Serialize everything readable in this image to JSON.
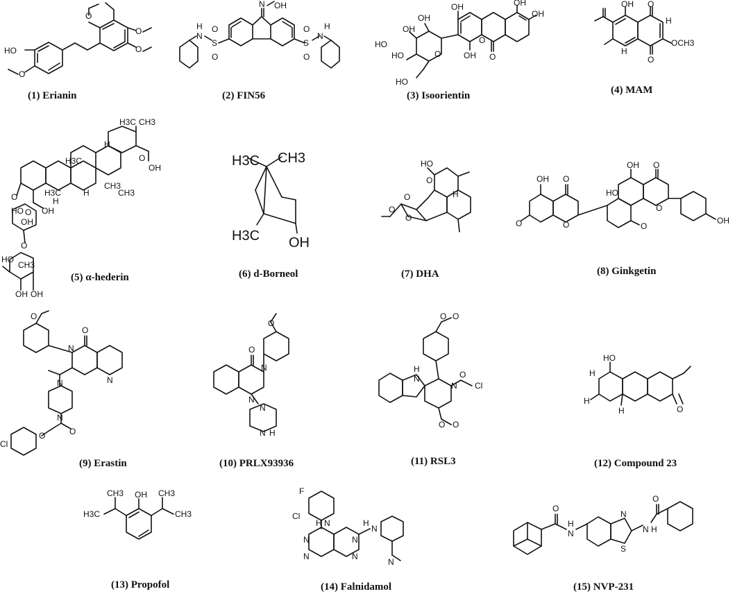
{
  "compounds": [
    {
      "label": "(1)  Erianin",
      "atoms": [
        "HO",
        "O",
        "O",
        "O",
        "O"
      ]
    },
    {
      "label": "(2)  FIN56",
      "atoms": [
        "N",
        "OH",
        "S",
        "S",
        "O",
        "O",
        "O",
        "O",
        "H",
        "N",
        "H",
        "N"
      ]
    },
    {
      "label": "(3)  Isoorientin",
      "atoms": [
        "OH",
        "OH",
        "HO",
        "OH",
        "O",
        "HO",
        "OH",
        "OH",
        "O",
        "HO",
        "OH",
        "O"
      ]
    },
    {
      "label": "(4) MAM",
      "atoms": [
        "OH",
        "O",
        "H",
        "OCH3",
        "H",
        "O"
      ]
    },
    {
      "label": "(5) α-hederin",
      "atoms": [
        "H3C",
        "CH3",
        "H",
        "OH",
        "O",
        "H3C",
        "H",
        "H",
        "CH3",
        "CH3",
        "O",
        "OH",
        "H3C",
        "HO",
        "O",
        "OH",
        "O",
        "HO",
        "CH3",
        "OH",
        "OH"
      ]
    },
    {
      "label": "(6) d-Borneol",
      "atoms": [
        "H3C",
        "CH3",
        "H3C",
        "OH"
      ]
    },
    {
      "label": "(7) DHA",
      "atoms": [
        "HO",
        "O",
        "H",
        "O",
        "O",
        "O"
      ]
    },
    {
      "label": "(8) Ginkgetin",
      "atoms": [
        "OH",
        "O",
        "OH",
        "O",
        "HO",
        "O",
        "O",
        "O",
        "OH",
        "O"
      ]
    },
    {
      "label": "(9) Erastin",
      "atoms": [
        "O",
        "O",
        "N",
        "N",
        "N",
        "N",
        "O",
        "O",
        "Cl"
      ]
    },
    {
      "label": "(10) PRLX93936",
      "atoms": [
        "O",
        "O",
        "N",
        "N",
        "N",
        "N",
        "H"
      ]
    },
    {
      "label": "(11) RSL3",
      "atoms": [
        "O",
        "O",
        "H",
        "N",
        "N",
        "O",
        "Cl",
        "O",
        "O"
      ]
    },
    {
      "label": "(12) Compound 23",
      "atoms": [
        "HO",
        "H",
        "O",
        "H",
        "H"
      ]
    },
    {
      "label": "(13) Propofol",
      "atoms": [
        "CH3",
        "OH",
        "CH3",
        "H3C",
        "CH3"
      ]
    },
    {
      "label": "(14)  Falnidamol",
      "atoms": [
        "F",
        "Cl",
        "H",
        "N",
        "H",
        "N",
        "N",
        "N",
        "N",
        "N",
        "N"
      ]
    },
    {
      "label": "(15)  NVP-231",
      "atoms": [
        "O",
        "H",
        "N",
        "N",
        "S",
        "O",
        "N",
        "H"
      ]
    }
  ]
}
